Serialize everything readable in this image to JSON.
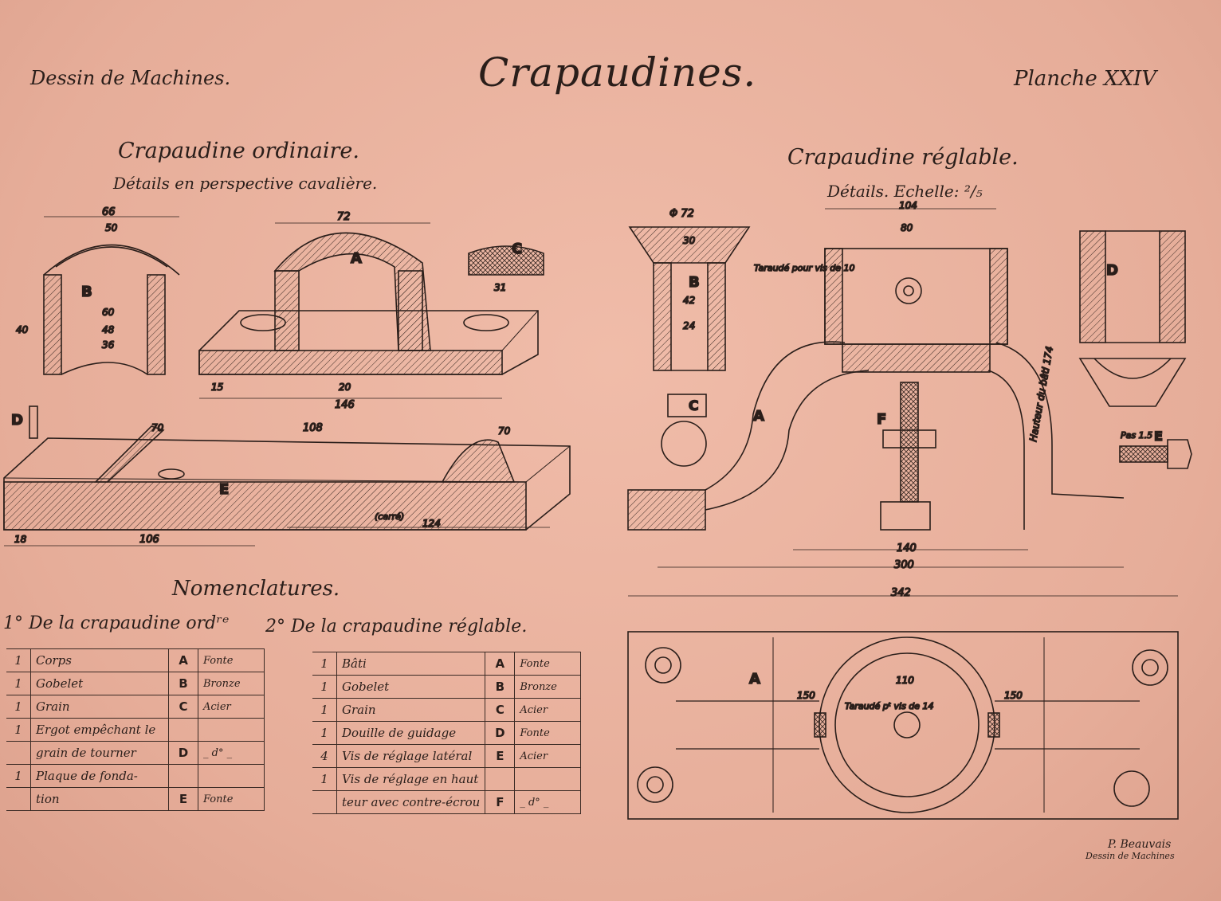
{
  "header": {
    "left": "Dessin de Machines.",
    "title": "Crapaudines.",
    "right": "Planche XXIV"
  },
  "sections": {
    "ordinaire_title": "Crapaudine ordinaire.",
    "ordinaire_subtitle": "Détails en perspective cavalière.",
    "reglable_title": "Crapaudine réglable.",
    "reglable_subtitle": "Détails. Echelle: ²/₅"
  },
  "part_labels": {
    "A": "A",
    "B": "B",
    "C": "C",
    "D": "D",
    "E": "E",
    "F": "F"
  },
  "dims": {
    "d66": "66",
    "d50": "50",
    "d60": "60",
    "d48": "48",
    "d36": "36",
    "d40": "40",
    "d72": "72",
    "d146": "146",
    "d15": "15",
    "d20": "20",
    "d31": "31",
    "d108": "108",
    "d70": "70",
    "d106": "106",
    "d124": "124",
    "d18": "18",
    "carre": "(carré)",
    "phi72": "Φ 72",
    "d30": "30",
    "d42": "42",
    "d24": "24",
    "d104": "104",
    "d80": "80",
    "d140": "140",
    "d300": "300",
    "d342": "342",
    "d150": "150",
    "d110": "110",
    "taraude10": "Taraudé pour vis de 10",
    "hauteur": "Hauteur du bâti 174",
    "pas": "Pas 1.5",
    "taraude14": "Taraudé pᵗ vis de 14"
  },
  "nomenclature": {
    "heading": "Nomenclatures.",
    "col1_title": "1° De la crapaudine ordʳᵉ",
    "col2_title": "2° De la crapaudine réglable.",
    "col1_rows": [
      {
        "qty": "1",
        "desc": "Corps",
        "mark": "A",
        "mat": "Fonte"
      },
      {
        "qty": "1",
        "desc": "Gobelet",
        "mark": "B",
        "mat": "Bronze"
      },
      {
        "qty": "1",
        "desc": "Grain",
        "mark": "C",
        "mat": "Acier"
      },
      {
        "qty": "1",
        "desc": "Ergot empêchant le",
        "mark": "",
        "mat": ""
      },
      {
        "qty": "",
        "desc": "grain de tourner",
        "mark": "D",
        "mat": "_ d° _"
      },
      {
        "qty": "1",
        "desc": "Plaque de fonda-",
        "mark": "",
        "mat": ""
      },
      {
        "qty": "",
        "desc": "tion",
        "mark": "E",
        "mat": "Fonte"
      }
    ],
    "col2_rows": [
      {
        "qty": "1",
        "desc": "Bâti",
        "mark": "A",
        "mat": "Fonte"
      },
      {
        "qty": "1",
        "desc": "Gobelet",
        "mark": "B",
        "mat": "Bronze"
      },
      {
        "qty": "1",
        "desc": "Grain",
        "mark": "C",
        "mat": "Acier"
      },
      {
        "qty": "1",
        "desc": "Douille de guidage",
        "mark": "D",
        "mat": "Fonte"
      },
      {
        "qty": "4",
        "desc": "Vis de réglage latéral",
        "mark": "E",
        "mat": "Acier"
      },
      {
        "qty": "1",
        "desc": "Vis de réglage en haut",
        "mark": "",
        "mat": ""
      },
      {
        "qty": "",
        "desc": "teur avec contre-écrou",
        "mark": "F",
        "mat": "_ d° _"
      }
    ]
  },
  "signature": {
    "name": "P. Beauvais",
    "line2": "Dessin de Machines"
  },
  "colors": {
    "paper": "#e8b4a2",
    "ink": "#2a1e1a"
  }
}
